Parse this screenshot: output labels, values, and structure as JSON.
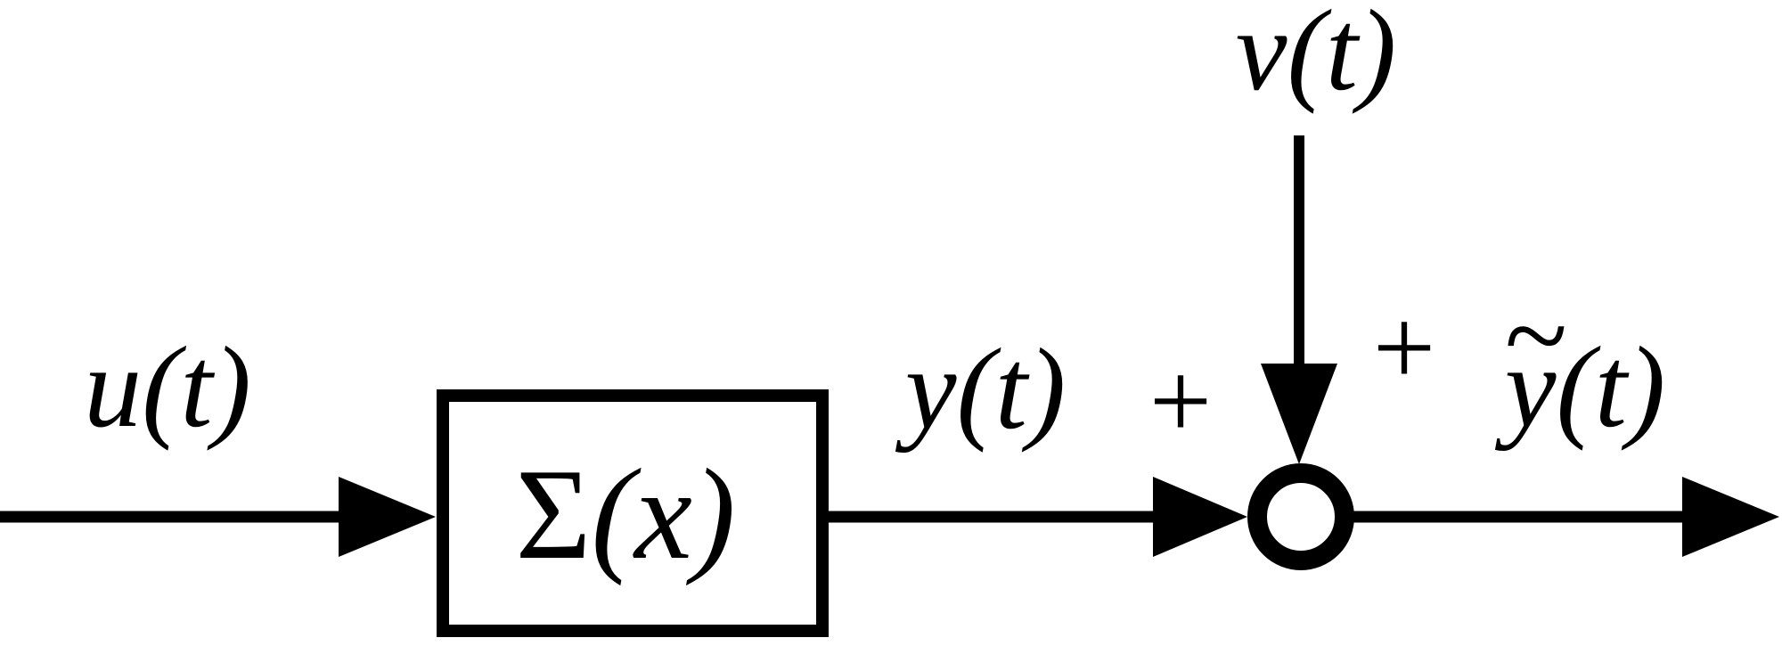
{
  "diagram": {
    "kind": "signal-flow-block-diagram",
    "colors": {
      "ink": "#000000",
      "background": "#ffffff"
    },
    "block": {
      "label": "Σ(x)",
      "label_sigma": "Σ",
      "label_arg": "(x)"
    },
    "signals": {
      "input_label": "u(t)",
      "block_output_label": "y(t)",
      "noise_label": "v(t)",
      "output_label": "ỹ(t)",
      "output_label_tilde": "~",
      "output_label_base": "y(t)"
    },
    "operators": {
      "plus_left": "+",
      "plus_right": "+"
    }
  }
}
